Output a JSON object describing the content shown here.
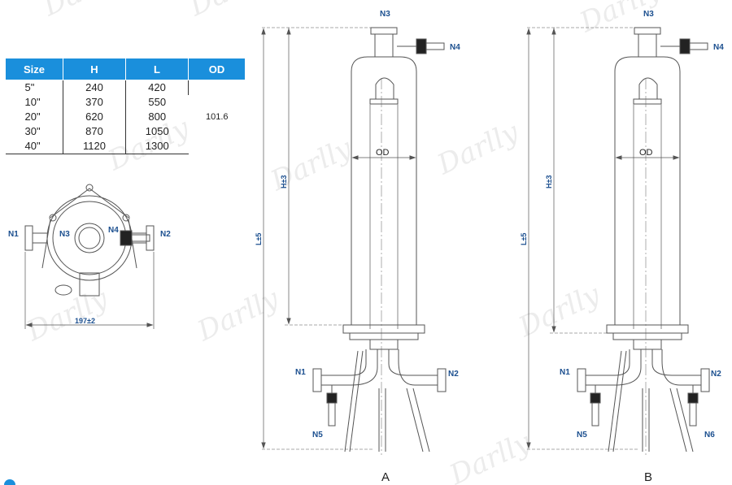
{
  "table": {
    "headers": [
      "Size",
      "H",
      "L",
      "OD"
    ],
    "rows": [
      [
        "5\"",
        "240",
        "420"
      ],
      [
        "10\"",
        "370",
        "550"
      ],
      [
        "20\"",
        "620",
        "800"
      ],
      [
        "30\"",
        "870",
        "1050"
      ],
      [
        "40\"",
        "1120",
        "1300"
      ]
    ],
    "od_value": "101.6"
  },
  "top_view": {
    "labels": {
      "n1": "N1",
      "n2": "N2",
      "n3": "N3",
      "n4": "N4"
    },
    "width_dim": "197±2"
  },
  "view_a": {
    "caption": "A",
    "labels": {
      "n1": "N1",
      "n2": "N2",
      "n3": "N3",
      "n4": "N4",
      "n5": "N5"
    },
    "dims": {
      "h": "H±3",
      "l": "L±5",
      "od": "OD"
    }
  },
  "view_b": {
    "caption": "B",
    "labels": {
      "n1": "N1",
      "n2": "N2",
      "n3": "N3",
      "n4": "N4",
      "n5": "N5",
      "n6": "N6"
    },
    "dims": {
      "h": "H±3",
      "l": "L±5",
      "od": "OD"
    }
  },
  "watermark": "Darlly",
  "colors": {
    "header_blue": "#1a8fdc",
    "label_blue": "#1b4f8f"
  }
}
